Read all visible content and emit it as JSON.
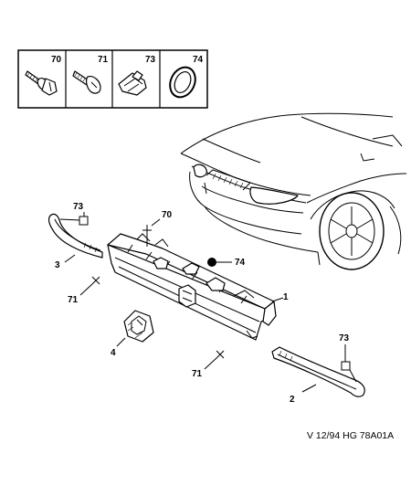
{
  "legend": {
    "items": [
      {
        "number": "70",
        "icon": "bolt-with-washer-icon"
      },
      {
        "number": "71",
        "icon": "self-tapping-screw-icon"
      },
      {
        "number": "73",
        "icon": "spring-clip-nut-icon"
      },
      {
        "number": "74",
        "icon": "rubber-grommet-icon"
      }
    ]
  },
  "callouts": {
    "c1": "1",
    "c2": "2",
    "c3": "3",
    "c4": "4",
    "c70": "70",
    "c71a": "71",
    "c71b": "71",
    "c73a": "73",
    "c73b": "73",
    "c74": "74"
  },
  "reference": "V 12/94 HG 78A01A"
}
